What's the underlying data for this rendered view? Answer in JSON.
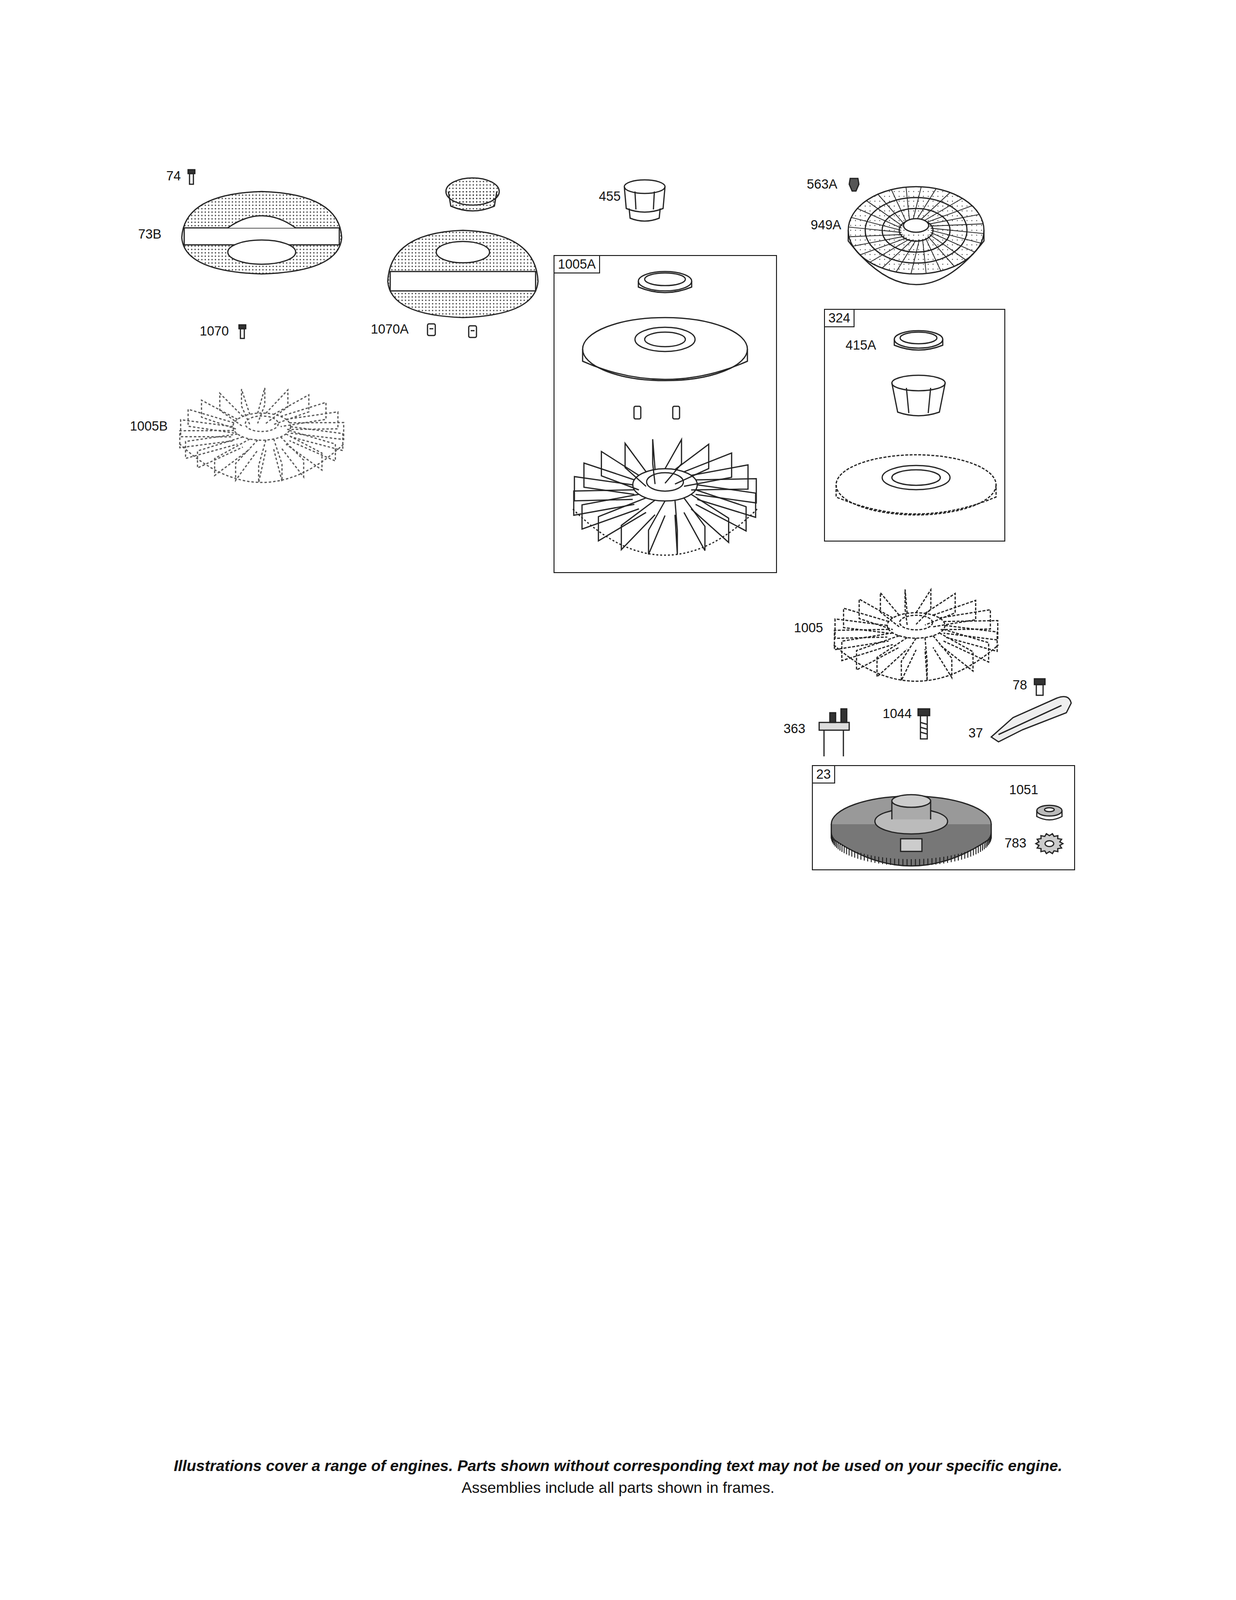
{
  "diagram": {
    "nodes": [
      {
        "text": [
          "1005A"
        ]
      },
      {
        "text": [
          "324",
          "415A"
        ]
      },
      {
        "text": [
          "23",
          "1051",
          "783"
        ]
      }
    ],
    "labels": [
      "74",
      "73B",
      "1070",
      "1070A",
      "1005B",
      "455",
      "563A",
      "949A",
      "1005",
      "78",
      "363",
      "1044",
      "37",
      "Illustrations cover a range of engines. Parts shown without corresponding text may not be used on your specific engine.",
      "Assemblies include all parts shown in frames."
    ]
  }
}
